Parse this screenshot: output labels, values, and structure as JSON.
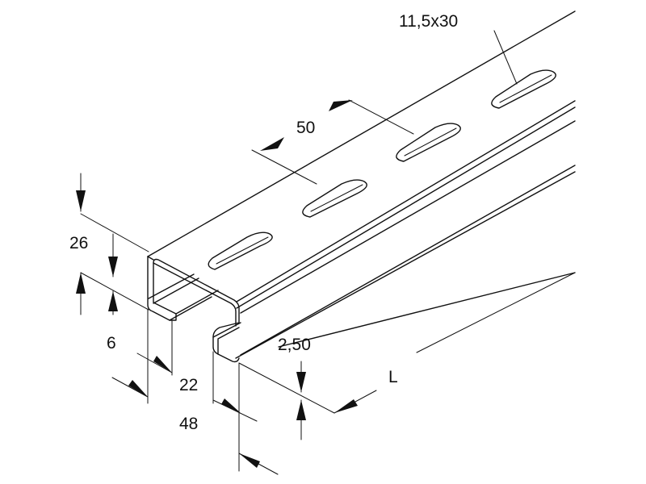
{
  "dimensions": {
    "slot_size": "11,5x30",
    "slot_pitch": "50",
    "height": "26",
    "lip": "6",
    "thickness": "2,50",
    "opening": "22",
    "width": "48",
    "length": "L"
  }
}
